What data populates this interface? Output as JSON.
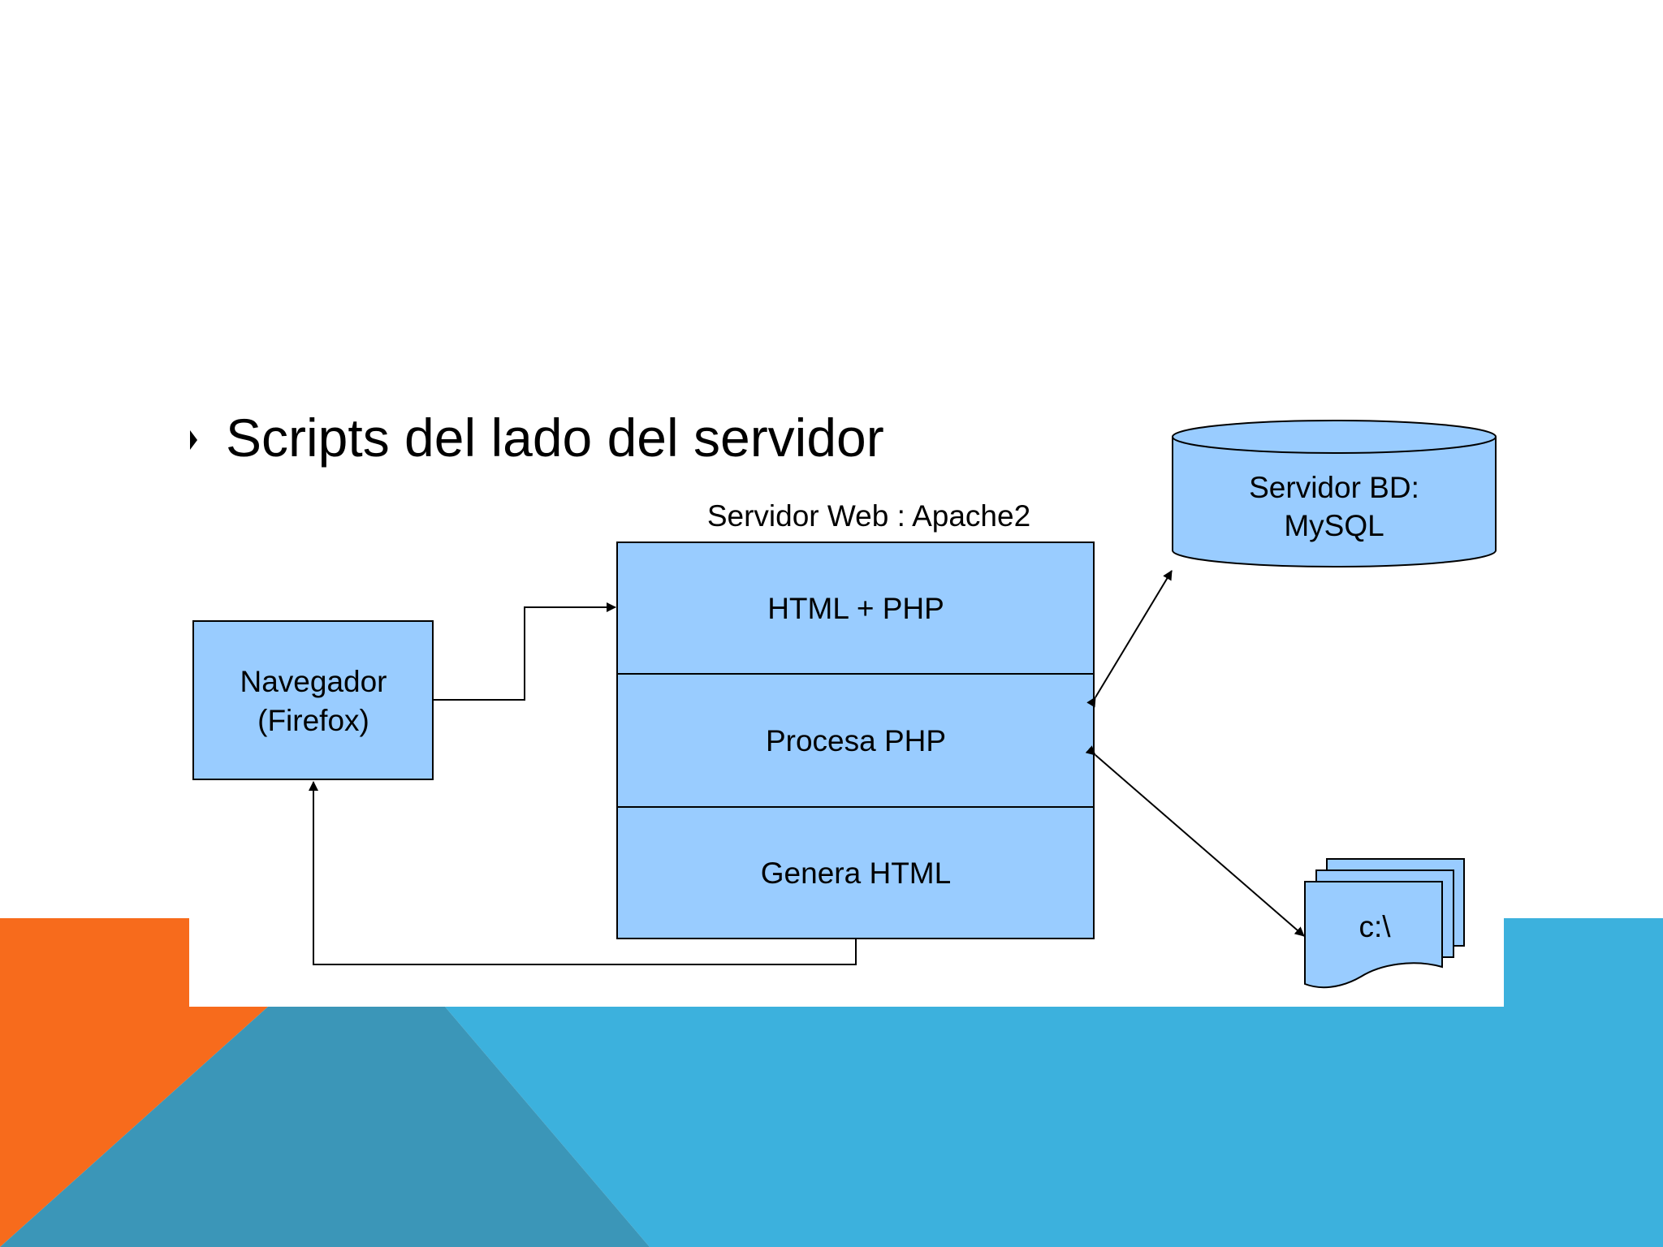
{
  "slide": {
    "bullet": "Scripts del lado del servidor"
  },
  "diagram": {
    "browser_line1": "Navegador",
    "browser_line2": "(Firefox)",
    "server_caption": "Servidor Web : Apache2",
    "server_rows": [
      "HTML + PHP",
      "Procesa PHP",
      "Genera HTML"
    ],
    "db_line1": "Servidor BD:",
    "db_line2": "MySQL",
    "files_label": "c:\\"
  },
  "colors": {
    "box_fill": "#99ccff",
    "accent_orange": "#f76b1c",
    "accent_blue": "#3cb1dd",
    "accent_teal": "#3b96b8"
  }
}
